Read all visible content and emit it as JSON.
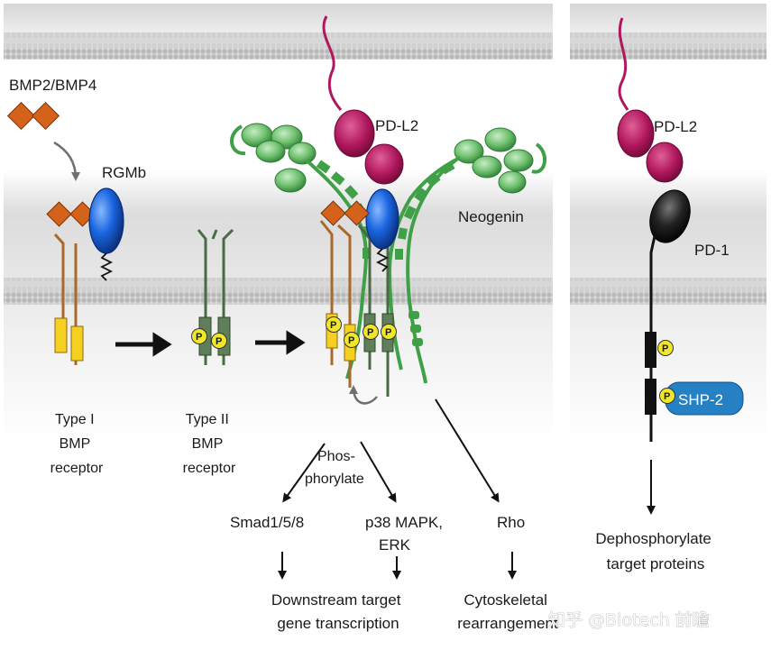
{
  "left_panel": {
    "ligand_label": "BMP2/BMP4",
    "rgmb_label": "RGMb",
    "pdl2_label": "PD-L2",
    "neogenin_label": "Neogenin",
    "type1_label": [
      "Type I",
      "BMP",
      "receptor"
    ],
    "type2_label": [
      "Type II",
      "BMP",
      "receptor"
    ],
    "phos_label": [
      "Phos-",
      "phorylate"
    ],
    "pathways": {
      "smad": [
        "Smad1/5/8"
      ],
      "p38": [
        "p38 MAPK,",
        "ERK"
      ],
      "rho": [
        "Rho"
      ]
    },
    "outcomes": {
      "downstream": [
        "Downstream target",
        "gene transcription"
      ],
      "cytoskeletal": [
        "Cytoskeletal",
        "rearrangement"
      ]
    },
    "phospho_symbol": "P"
  },
  "right_panel": {
    "pdl2_label": "PD-L2",
    "pd1_label": "PD-1",
    "shp2_label": "SHP-2",
    "outcome": [
      "Dephosphorylate",
      "target proteins"
    ],
    "phospho_symbol": "P"
  },
  "watermark": "知乎 @Biotech 前瞻",
  "colors": {
    "bmp_ligand": "#d4621a",
    "rgmb": "#1a66e0",
    "pdl2": "#b0175c",
    "neogenin": "#3fa048",
    "type1_receptor": "#a86a2c",
    "type1_box": "#f5d020",
    "type2_receptor": "#4a6a46",
    "phospho": "#f0e62a",
    "pd1": "#111111",
    "shp2": "#2580c4"
  }
}
